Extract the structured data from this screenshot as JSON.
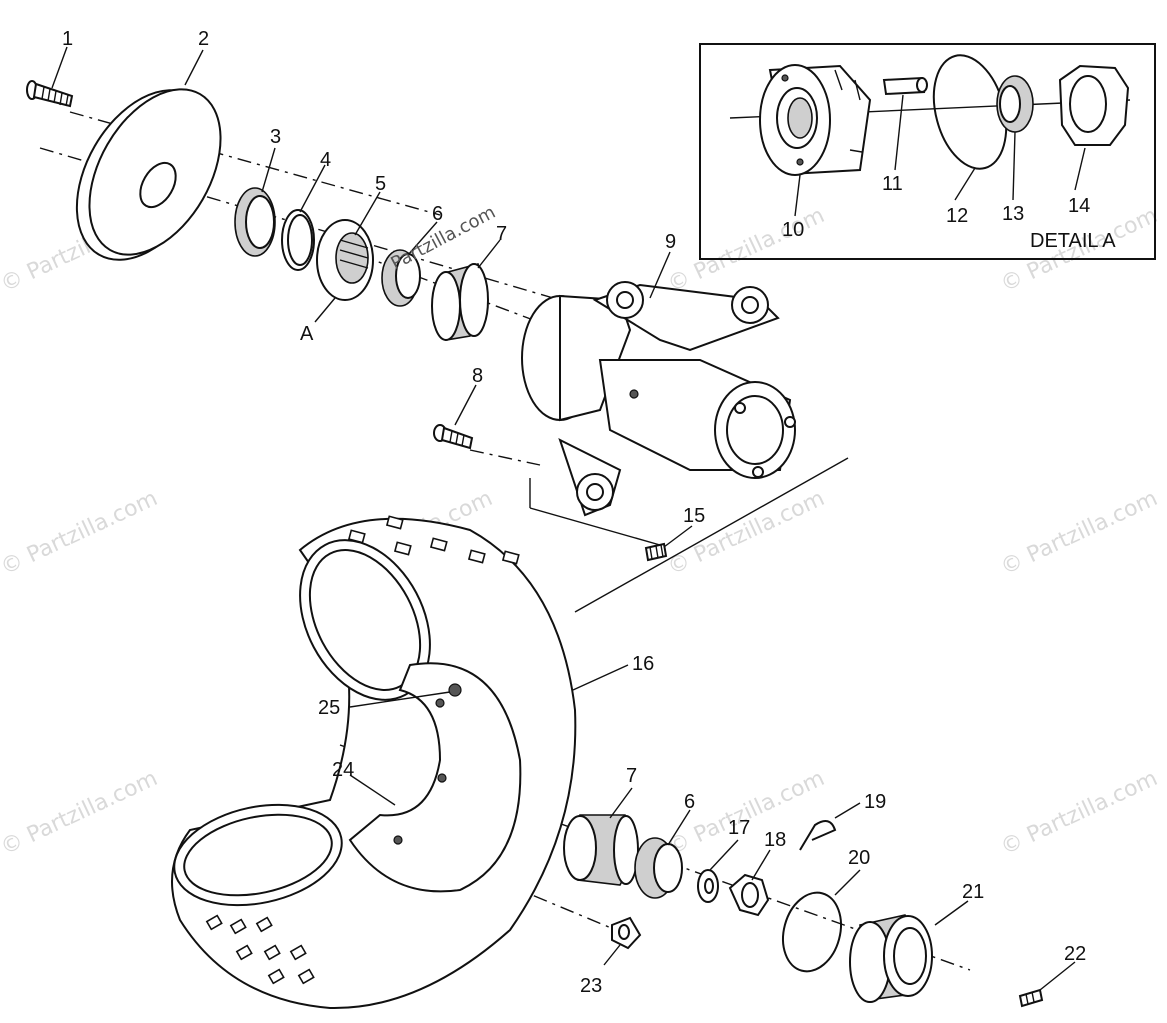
{
  "watermark": "© Partzilla.com",
  "watermark_inline": "Partzilla.com",
  "detail_box_title": "DETAIL A",
  "detail_ref_letter": "A",
  "callouts": {
    "c1": "1",
    "c2": "2",
    "c3": "3",
    "c4": "4",
    "c5": "5",
    "c6a": "6",
    "c7a": "7",
    "c8": "8",
    "c9": "9",
    "c10": "10",
    "c11": "11",
    "c12": "12",
    "c13": "13",
    "c14": "14",
    "c15": "15",
    "c16": "16",
    "c17": "17",
    "c18": "18",
    "c19": "19",
    "c20": "20",
    "c21": "21",
    "c22": "22",
    "c23": "23",
    "c24": "24",
    "c25": "25",
    "c6b": "6",
    "c7b": "7"
  }
}
